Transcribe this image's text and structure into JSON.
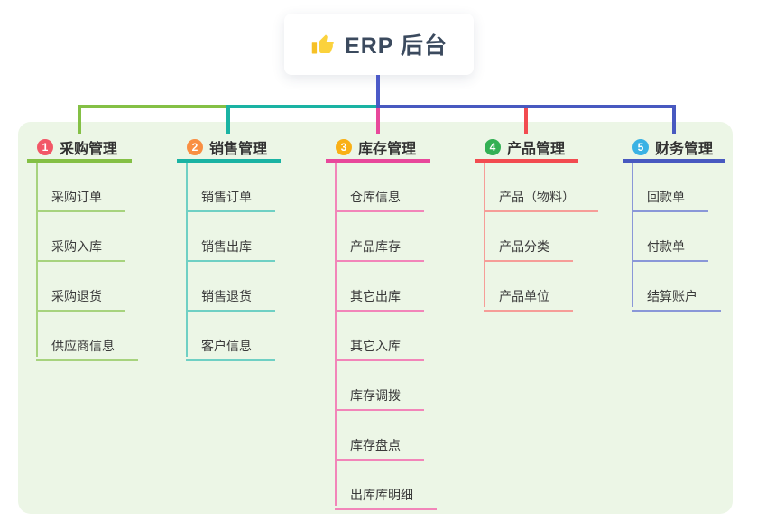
{
  "root": {
    "title": "ERP 后台",
    "icon": "thumbs-up-icon"
  },
  "canvas": {
    "background": "#ffffff",
    "panel_background": "#ecf6e6"
  },
  "connector": {
    "root_color": "#4c5ac8"
  },
  "branches": [
    {
      "number": "1",
      "label": "采购管理",
      "badge_color": "#f25767",
      "line_color": "#84c045",
      "child_line_color": "#a7d37e",
      "children": [
        "采购订单",
        "采购入库",
        "采购退货",
        "供应商信息"
      ]
    },
    {
      "number": "2",
      "label": "销售管理",
      "badge_color": "#f98f42",
      "line_color": "#1ab3a3",
      "child_line_color": "#6fd0c4",
      "children": [
        "销售订单",
        "销售出库",
        "销售退货",
        "客户信息"
      ]
    },
    {
      "number": "3",
      "label": "库存管理",
      "badge_color": "#f9b016",
      "line_color": "#e8489b",
      "child_line_color": "#f285b9",
      "children": [
        "仓库信息",
        "产品库存",
        "其它出库",
        "其它入库",
        "库存调拨",
        "库存盘点",
        "出库库明细"
      ]
    },
    {
      "number": "4",
      "label": "产品管理",
      "badge_color": "#33b054",
      "line_color": "#f24b50",
      "child_line_color": "#f69d98",
      "children": [
        "产品（物料）",
        "产品分类",
        "产品单位"
      ]
    },
    {
      "number": "5",
      "label": "财务管理",
      "badge_color": "#3ab2e4",
      "line_color": "#4859c0",
      "child_line_color": "#8a97d8",
      "children": [
        "回款单",
        "付款单",
        "结算账户"
      ]
    }
  ]
}
